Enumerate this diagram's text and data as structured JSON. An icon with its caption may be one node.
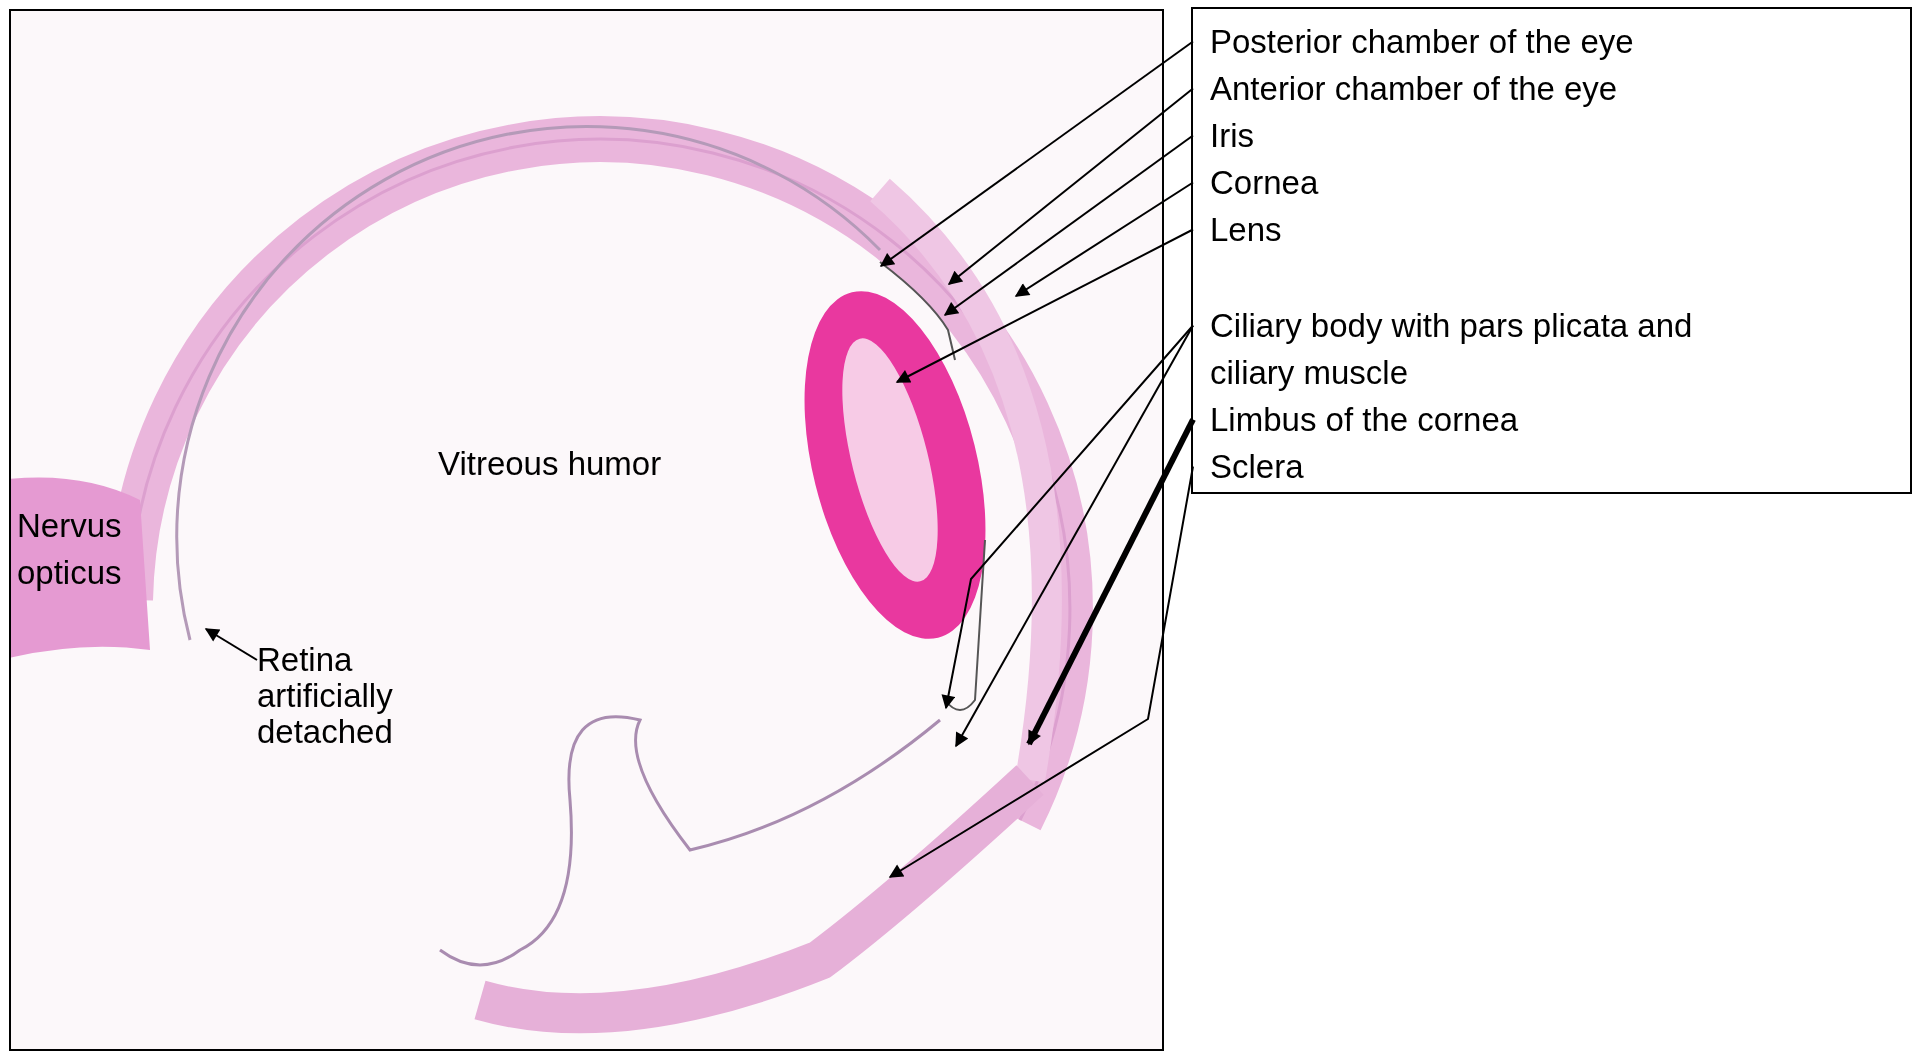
{
  "diagram": {
    "nodes": [
      {
        "text": [],
        "shape": "box"
      },
      {
        "text": [
          "Posterior chamber of the eye"
        ],
        "in": 0
      },
      {
        "text": [
          "Anterior chamber of the eye"
        ],
        "in": 0
      },
      {
        "text": [
          "Iris"
        ],
        "in": 0
      },
      {
        "text": [
          "Cornea"
        ],
        "in": 0
      },
      {
        "text": [
          "Lens"
        ],
        "in": 0
      },
      {
        "text": [
          "Ciliary body with pars plicata and ciliary muscle"
        ],
        "in": 0
      },
      {
        "text": [
          "Limbus of the cornea"
        ],
        "in": 0
      },
      {
        "text": [
          "Sclera"
        ],
        "in": 0
      },
      {
        "text": [
          "Retina artificially detached"
        ]
      }
    ],
    "edges": [
      {
        "from": 1,
        "to": null,
        "arrow": "to"
      },
      {
        "from": 2,
        "to": null,
        "arrow": "to"
      },
      {
        "from": 3,
        "to": null,
        "arrow": "to"
      },
      {
        "from": 4,
        "to": null,
        "arrow": "to"
      },
      {
        "from": 5,
        "to": null,
        "arrow": "to"
      },
      {
        "from": 6,
        "to": null,
        "arrow": "to"
      },
      {
        "from": 6,
        "to": null,
        "arrow": "to"
      },
      {
        "from": 7,
        "to": null,
        "arrow": "to",
        "style": "thick"
      },
      {
        "from": 8,
        "to": null,
        "arrow": "to"
      },
      {
        "from": 9,
        "to": null,
        "arrow": "to"
      }
    ],
    "labels": [
      "Vitreous humor",
      "Nervus opticus"
    ]
  }
}
